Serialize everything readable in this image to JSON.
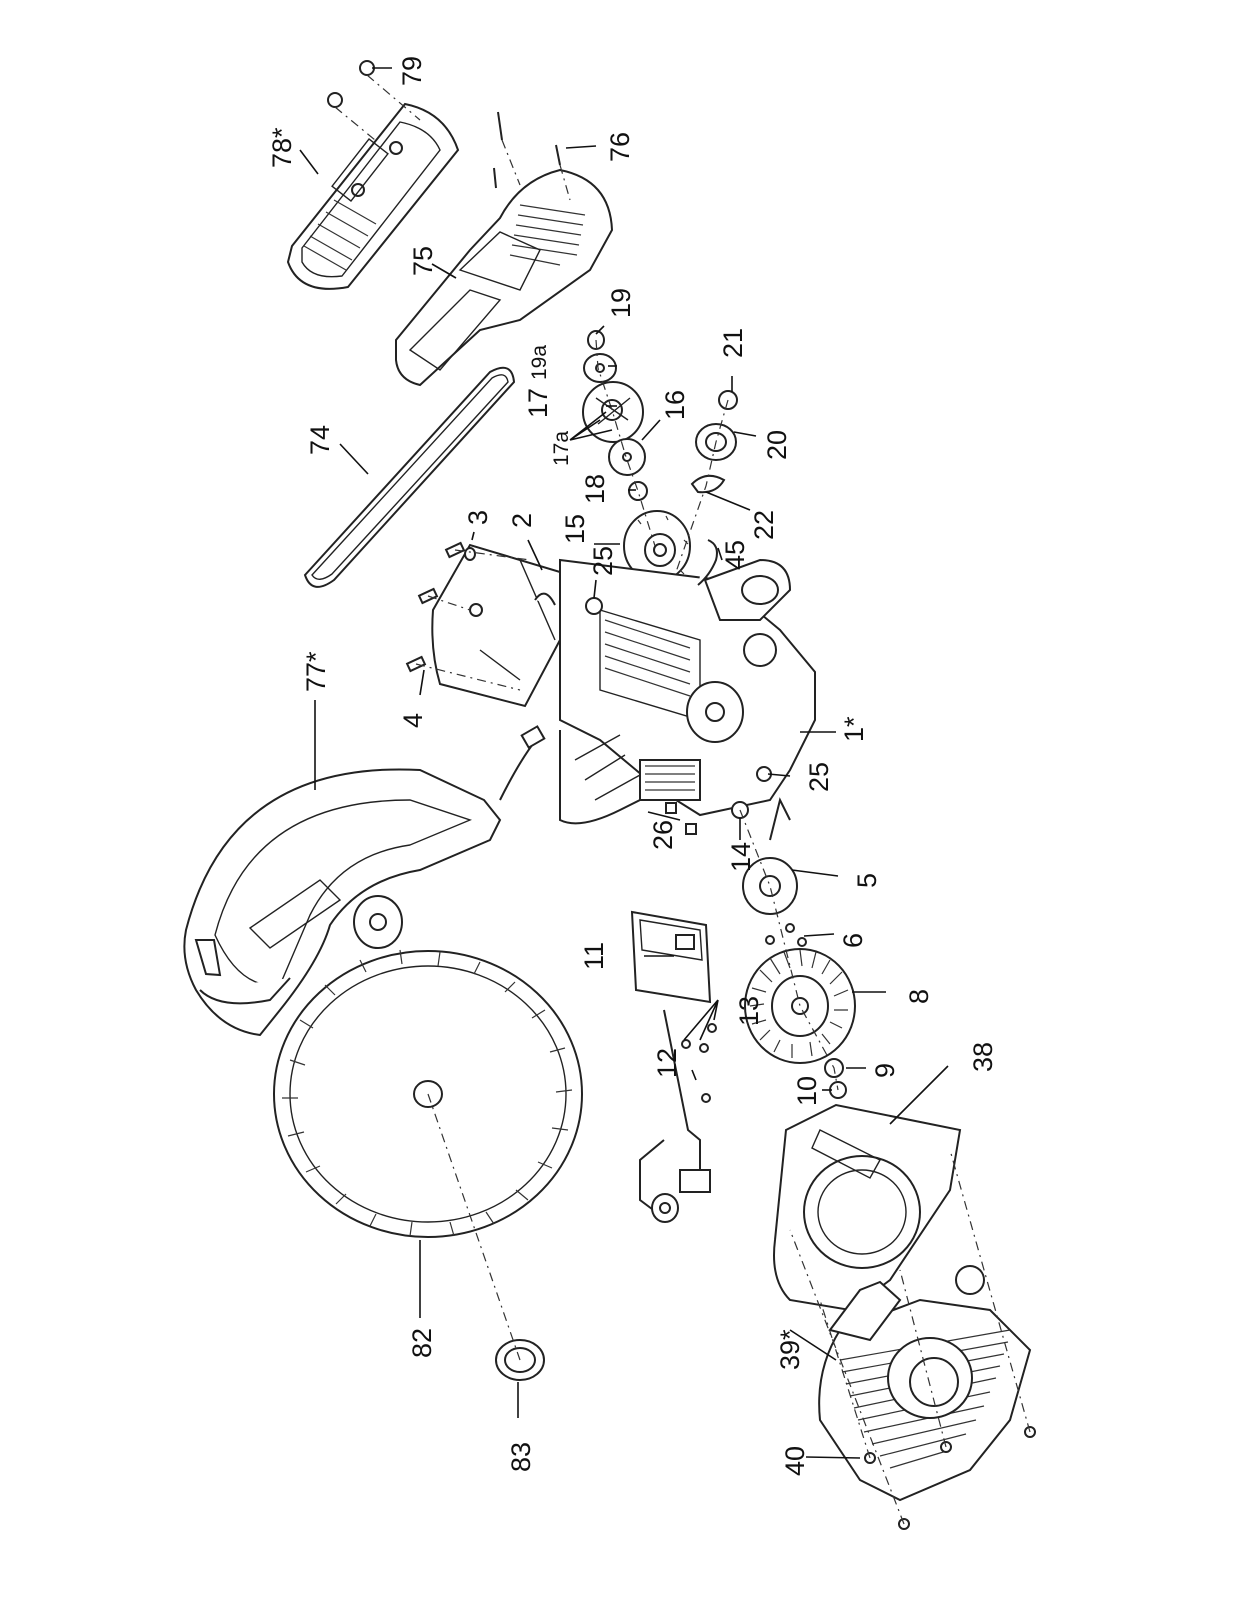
{
  "diagram": {
    "callouts": [
      {
        "id": "c79",
        "label": "79"
      },
      {
        "id": "c78",
        "label": "78*"
      },
      {
        "id": "c76",
        "label": "76"
      },
      {
        "id": "c75",
        "label": "75"
      },
      {
        "id": "c19",
        "label": "19"
      },
      {
        "id": "c19a",
        "label": "19a"
      },
      {
        "id": "c21",
        "label": "21"
      },
      {
        "id": "c74",
        "label": "74"
      },
      {
        "id": "c17",
        "label": "17"
      },
      {
        "id": "c16",
        "label": "16"
      },
      {
        "id": "c17a",
        "label": "17a"
      },
      {
        "id": "c20",
        "label": "20"
      },
      {
        "id": "c3",
        "label": "3"
      },
      {
        "id": "c2",
        "label": "2"
      },
      {
        "id": "c18",
        "label": "18"
      },
      {
        "id": "c22",
        "label": "22"
      },
      {
        "id": "c15",
        "label": "15"
      },
      {
        "id": "c25a",
        "label": "25"
      },
      {
        "id": "c45",
        "label": "45"
      },
      {
        "id": "c77",
        "label": "77*"
      },
      {
        "id": "c4",
        "label": "4"
      },
      {
        "id": "c1",
        "label": "1*"
      },
      {
        "id": "c25b",
        "label": "25"
      },
      {
        "id": "c26",
        "label": "26"
      },
      {
        "id": "c14",
        "label": "14"
      },
      {
        "id": "c5",
        "label": "5"
      },
      {
        "id": "c6",
        "label": "6"
      },
      {
        "id": "c11",
        "label": "11"
      },
      {
        "id": "c13",
        "label": "13"
      },
      {
        "id": "c8",
        "label": "8"
      },
      {
        "id": "c12",
        "label": "12"
      },
      {
        "id": "c9",
        "label": "9"
      },
      {
        "id": "c10",
        "label": "10"
      },
      {
        "id": "c38",
        "label": "38"
      },
      {
        "id": "c82",
        "label": "82"
      },
      {
        "id": "c39",
        "label": "39*"
      },
      {
        "id": "c40",
        "label": "40"
      },
      {
        "id": "c83",
        "label": "83"
      }
    ]
  }
}
